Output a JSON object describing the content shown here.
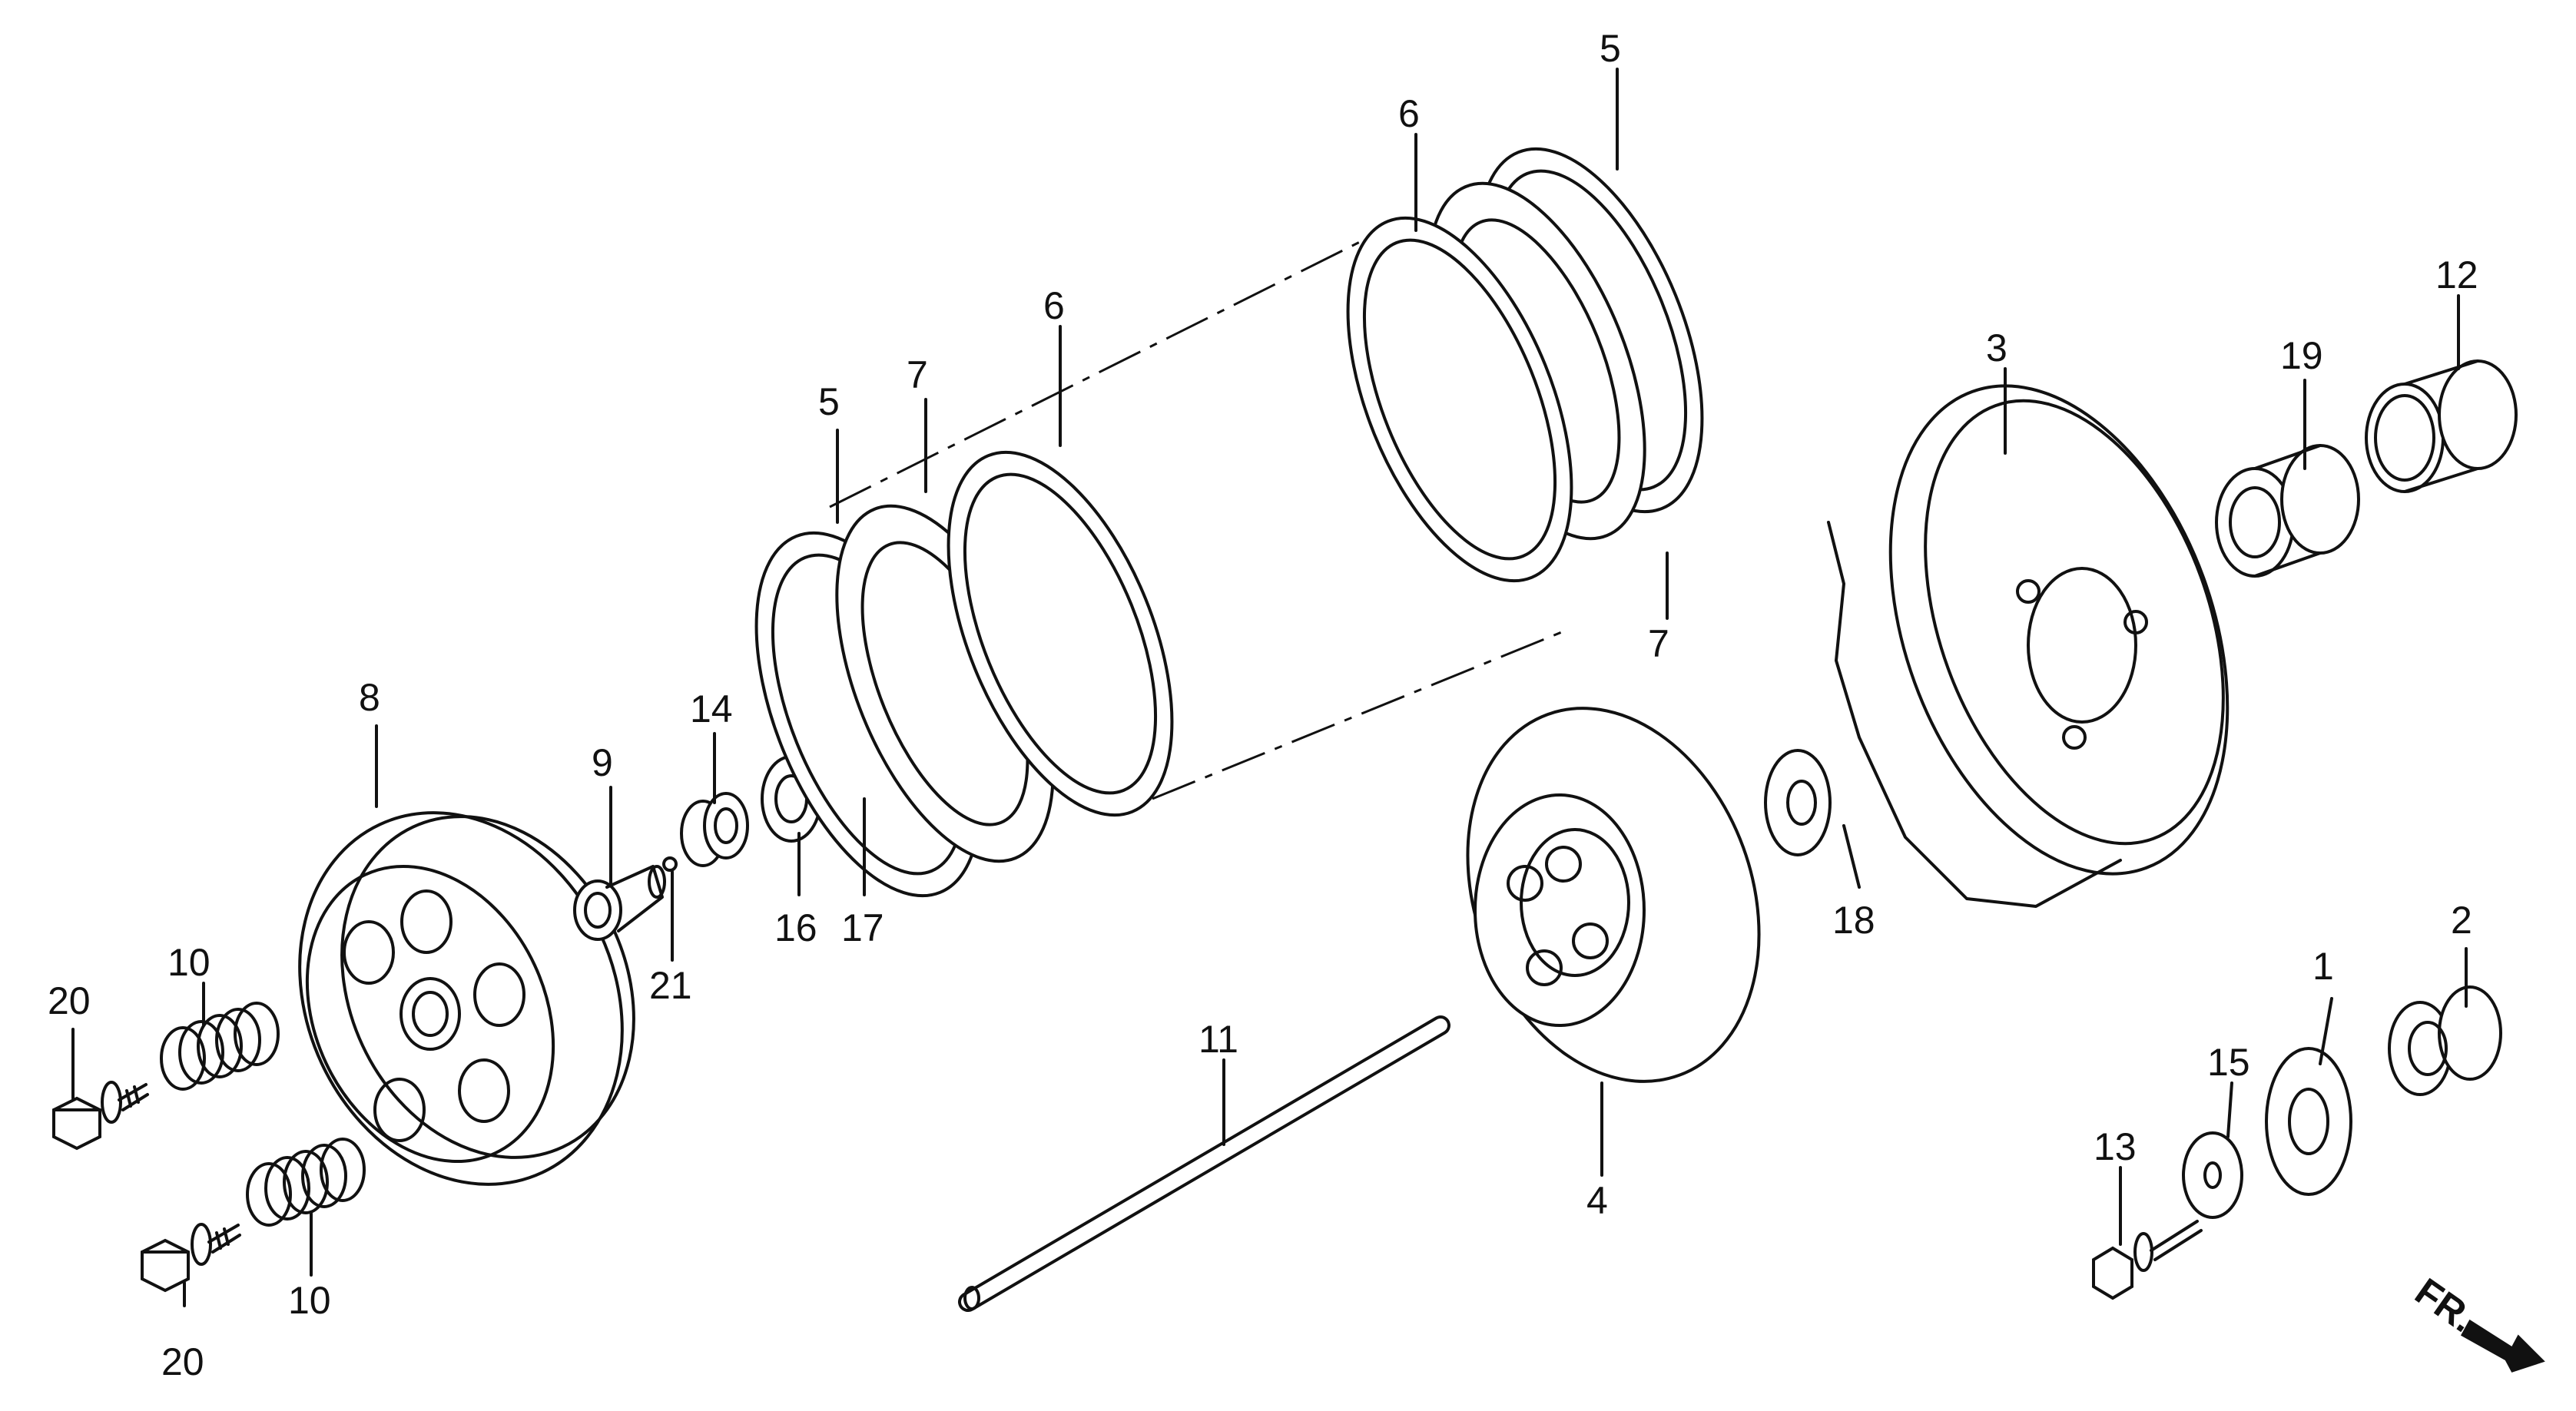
{
  "diagram": {
    "callouts": {
      "c1": "1",
      "c2": "2",
      "c3": "3",
      "c4": "4",
      "c5a": "5",
      "c5b": "5",
      "c6a": "6",
      "c6b": "6",
      "c7a": "7",
      "c7b": "7",
      "c8": "8",
      "c9": "9",
      "c10a": "10",
      "c10b": "10",
      "c11": "11",
      "c12": "12",
      "c13": "13",
      "c14": "14",
      "c15": "15",
      "c16": "16",
      "c17": "17",
      "c18": "18",
      "c19": "19",
      "c20a": "20",
      "c20b": "20",
      "c21": "21"
    },
    "direction_label": "FR."
  }
}
